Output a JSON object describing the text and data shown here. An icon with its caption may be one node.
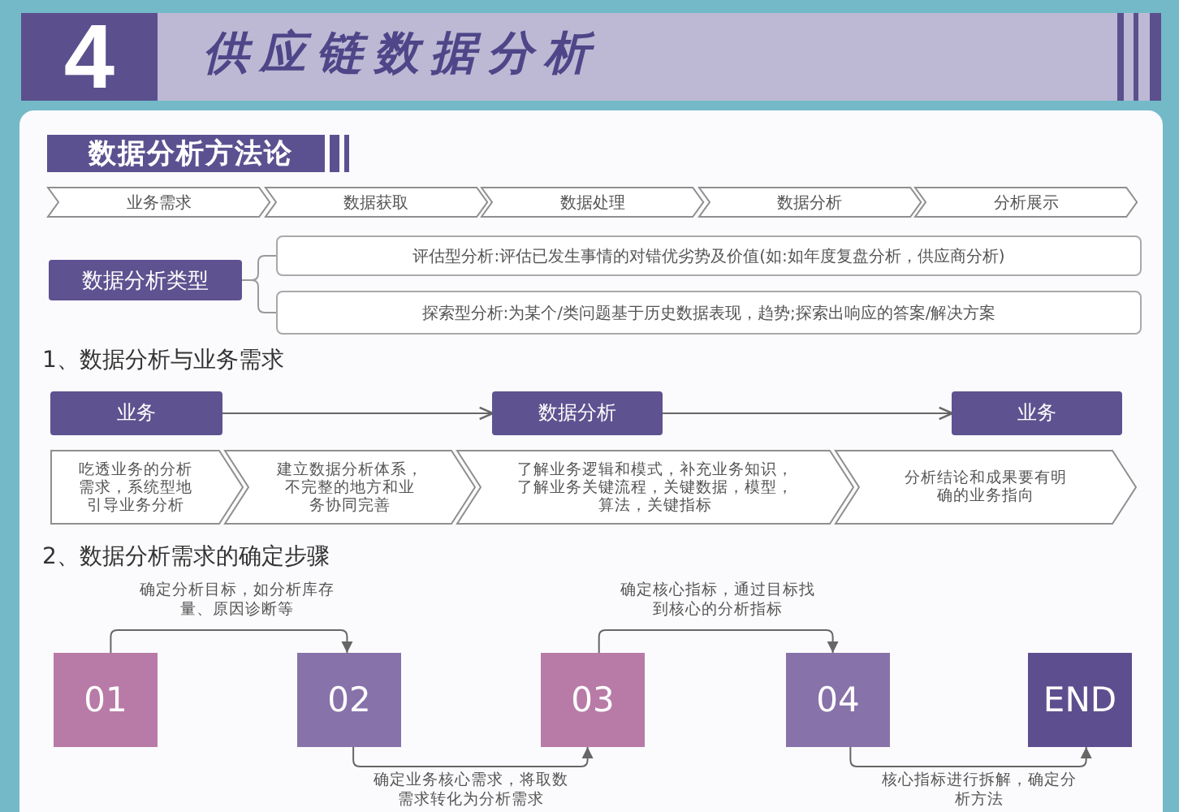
{
  "diagram": {
    "title": "供应链数据分析",
    "nodes": [
      {
        "text": [
          "4"
        ]
      },
      {
        "text": [
          "数据分析方法论"
        ]
      },
      {
        "text": [
          "业务需求"
        ]
      },
      {
        "text": [
          "数据获取"
        ]
      },
      {
        "text": [
          "数据处理"
        ]
      },
      {
        "text": [
          "数据分析"
        ]
      },
      {
        "text": [
          "分析展示"
        ]
      },
      {
        "text": [
          "数据分析类型"
        ]
      },
      {
        "text": [
          "评估型分析:评估已发生事情的对错优劣势及价值(如:如年度复盘分析，供应商分析)"
        ]
      },
      {
        "text": [
          "探索型分析:为某个/类问题基于历史数据表现，趋势;探索出响应的答案/解决方案"
        ]
      },
      {
        "text": [
          "业务"
        ]
      },
      {
        "text": [
          "数据分析"
        ]
      },
      {
        "text": [
          "业务"
        ]
      },
      {
        "text": [
          "吃透业务的分析需求，系统型地引导业务分析"
        ]
      },
      {
        "text": [
          "建立数据分析体系，不完整的地方和业务协同完善"
        ]
      },
      {
        "text": [
          "了解业务逻辑和模式，补充业务知识，了解业务关键流程，关键数据，模型，算法，关键指标"
        ]
      },
      {
        "text": [
          "分析结论和成果要有明确的业务指向"
        ]
      },
      {
        "text": [
          "01"
        ]
      },
      {
        "text": [
          "02"
        ]
      },
      {
        "text": [
          "03"
        ]
      },
      {
        "text": [
          "04"
        ]
      },
      {
        "text": [
          "END"
        ]
      }
    ],
    "edges": [
      {
        "from": 7,
        "to": 8,
        "arrow": "none",
        "color": "#9a9a9a"
      },
      {
        "from": 7,
        "to": 9,
        "arrow": "none",
        "color": "#9a9a9a"
      },
      {
        "from": 10,
        "to": 11,
        "arrow": "to"
      },
      {
        "from": 11,
        "to": 12,
        "arrow": "to"
      },
      {
        "from": 17,
        "to": 18,
        "arrow": "to",
        "label": "确定分析目标，如分析库存量、原因诊断等"
      },
      {
        "from": 18,
        "to": 19,
        "arrow": "to",
        "label": "确定业务核心需求，将取数需求转化为分析需求"
      },
      {
        "from": 19,
        "to": 20,
        "arrow": "to",
        "label": "确定核心指标，通过目标找到核心的分析指标"
      },
      {
        "from": 20,
        "to": 21,
        "arrow": "to",
        "label": "核心指标进行拆解，确定分析方法"
      }
    ],
    "labels": [
      "1、数据分析与业务需求",
      "2、数据分析需求的确定步骤"
    ]
  }
}
